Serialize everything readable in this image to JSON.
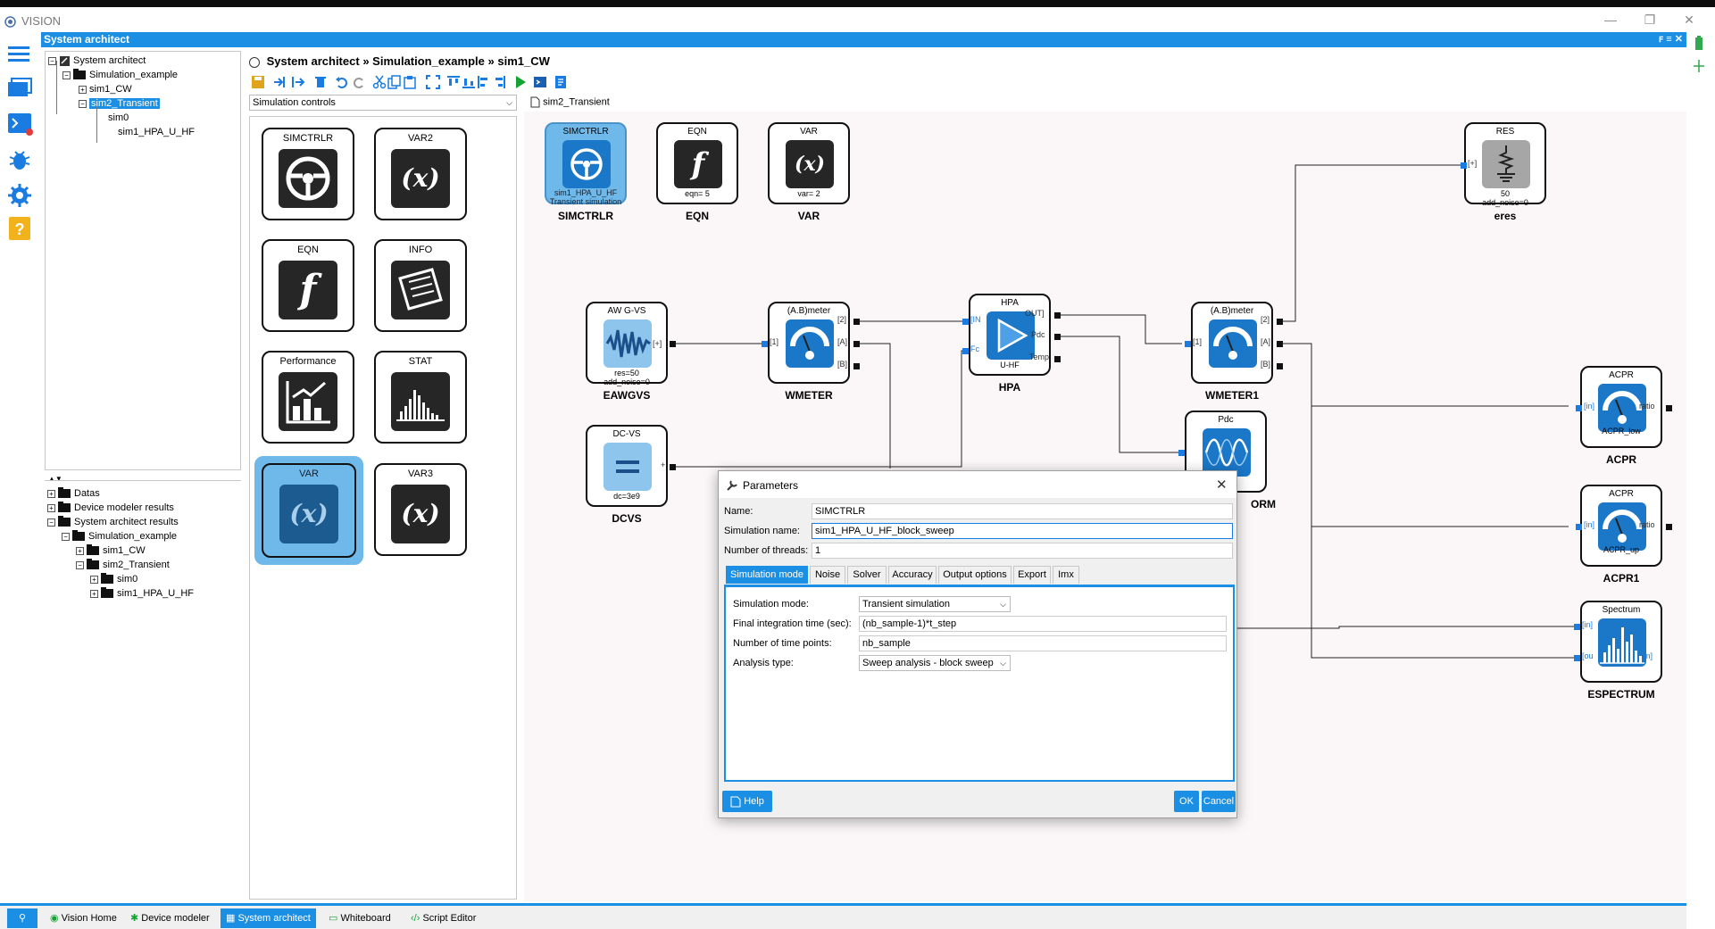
{
  "app": {
    "title": "VISION",
    "header_title": "System architect",
    "header_icons": "ꜰ ≡ ✕"
  },
  "tree_top": {
    "root": "System architect",
    "project": "Simulation_example",
    "items": [
      "sim1_CW",
      "sim2_Transient"
    ],
    "children": [
      "sim0",
      "sim1_HPA_U_HF"
    ],
    "collapse_arrows": "▲▼"
  },
  "tree_bottom": {
    "items": [
      "Datas",
      "Device modeler results",
      "System architect results"
    ],
    "project": "Simulation_example",
    "sims": [
      "sim1_CW",
      "sim2_Transient"
    ],
    "children": [
      "sim0",
      "sim1_HPA_U_HF"
    ]
  },
  "breadcrumb": {
    "parts": [
      "System architect",
      "Simulation_example",
      "sim1_CW"
    ],
    "separator": "»"
  },
  "simulation_controls": {
    "value": "Simulation controls",
    "arrow": "⌵"
  },
  "doc_tab": {
    "label": "sim2_Transient"
  },
  "palette": {
    "items": [
      {
        "label": "SIMCTRLR",
        "icon": "steering-wheel-icon"
      },
      {
        "label": "VAR2",
        "icon": "variable-icon",
        "glyph": "(x)"
      },
      {
        "label": "EQN",
        "icon": "equation-icon",
        "glyph": "f"
      },
      {
        "label": "INFO",
        "icon": "newspaper-icon"
      },
      {
        "label": "Performance",
        "icon": "performance-chart-icon"
      },
      {
        "label": "STAT",
        "icon": "histogram-icon"
      },
      {
        "label": "VAR",
        "icon": "variable-icon",
        "glyph": "(x)"
      },
      {
        "label": "VAR3",
        "icon": "variable-icon",
        "glyph": "(x)"
      }
    ]
  },
  "canvas": {
    "blocks": {
      "simctrlr": {
        "title": "SIMCTRLR",
        "line1": "sim1_HPA_U_HF",
        "line2": "Transient simulation",
        "name": "SIMCTRLR"
      },
      "eqn": {
        "title": "EQN",
        "bottom": "eqn= 5",
        "name": "EQN"
      },
      "var": {
        "title": "VAR",
        "bottom": "var= 2",
        "name": "VAR"
      },
      "res": {
        "title": "RES",
        "bottom": "50",
        "bottom2": "add_noise=0",
        "name": "eres"
      },
      "awgvs": {
        "title": "AW G-VS",
        "bottom": "res=50",
        "bottom2": "add_noise=0",
        "name": "EAWGVS"
      },
      "wmeter": {
        "title": "(A.B)meter",
        "name": "WMETER"
      },
      "hpa": {
        "title": "HPA",
        "bottom": "U-HF",
        "name": "HPA"
      },
      "wmeter1": {
        "title": "(A.B)meter",
        "name": "WMETER1"
      },
      "dcvs": {
        "title": "DC-VS",
        "bottom": "dc=3e9",
        "name": "DCVS"
      },
      "pdc": {
        "title": "Pdc",
        "name": "ORM"
      },
      "acpr": {
        "title": "ACPR",
        "bottom": "ACPR_low",
        "name": "ACPR"
      },
      "acpr1": {
        "title": "ACPR",
        "bottom": "ACPR_up",
        "name": "ACPR1"
      },
      "espectrum": {
        "title": "Spectrum",
        "name": "ESPECTRUM"
      }
    },
    "port_labels": {
      "plus": "[+]",
      "p2": "[2]",
      "pa": "[A]",
      "pb": "[B]",
      "p1": "[1]",
      "in": "[IN",
      "fc": "Fc",
      "out": "OUT]",
      "pdc": "Pdc",
      "temp": "Temp",
      "ratio": "ratio",
      "inp": "[in]",
      "ou": "[ou",
      "m": "m]",
      "plus_small": "+"
    }
  },
  "dialog": {
    "title": "Parameters",
    "fields": [
      {
        "label": "Name:",
        "value": "SIMCTRLR"
      },
      {
        "label": "Simulation name:",
        "value": "sim1_HPA_U_HF_block_sweep"
      },
      {
        "label": "Number of threads:",
        "value": "1"
      }
    ],
    "tabs": [
      "Simulation mode",
      "Noise",
      "Solver",
      "Accuracy",
      "Output options",
      "Export",
      "Imx"
    ],
    "mode_fields": [
      {
        "label": "Simulation mode:",
        "value": "Transient simulation",
        "type": "select"
      },
      {
        "label": "Final integration time (sec):",
        "value": "(nb_sample-1)*t_step",
        "type": "input"
      },
      {
        "label": "Number of time points:",
        "value": "nb_sample",
        "type": "input"
      },
      {
        "label": "Analysis type:",
        "value": "Sweep analysis - block sweep",
        "type": "select"
      }
    ],
    "help_label": "Help",
    "ok_label": "OK",
    "cancel_label": "Cancel"
  },
  "statusbar": {
    "tabs": [
      "Vision Home",
      "Device modeler",
      "System architect",
      "Whiteboard",
      "Script Editor"
    ],
    "active": "System architect"
  },
  "colors": {
    "accent": "#1a8fe3",
    "selected_block": "#6fb8ea",
    "canvas_bg": "#fbf7f8"
  }
}
